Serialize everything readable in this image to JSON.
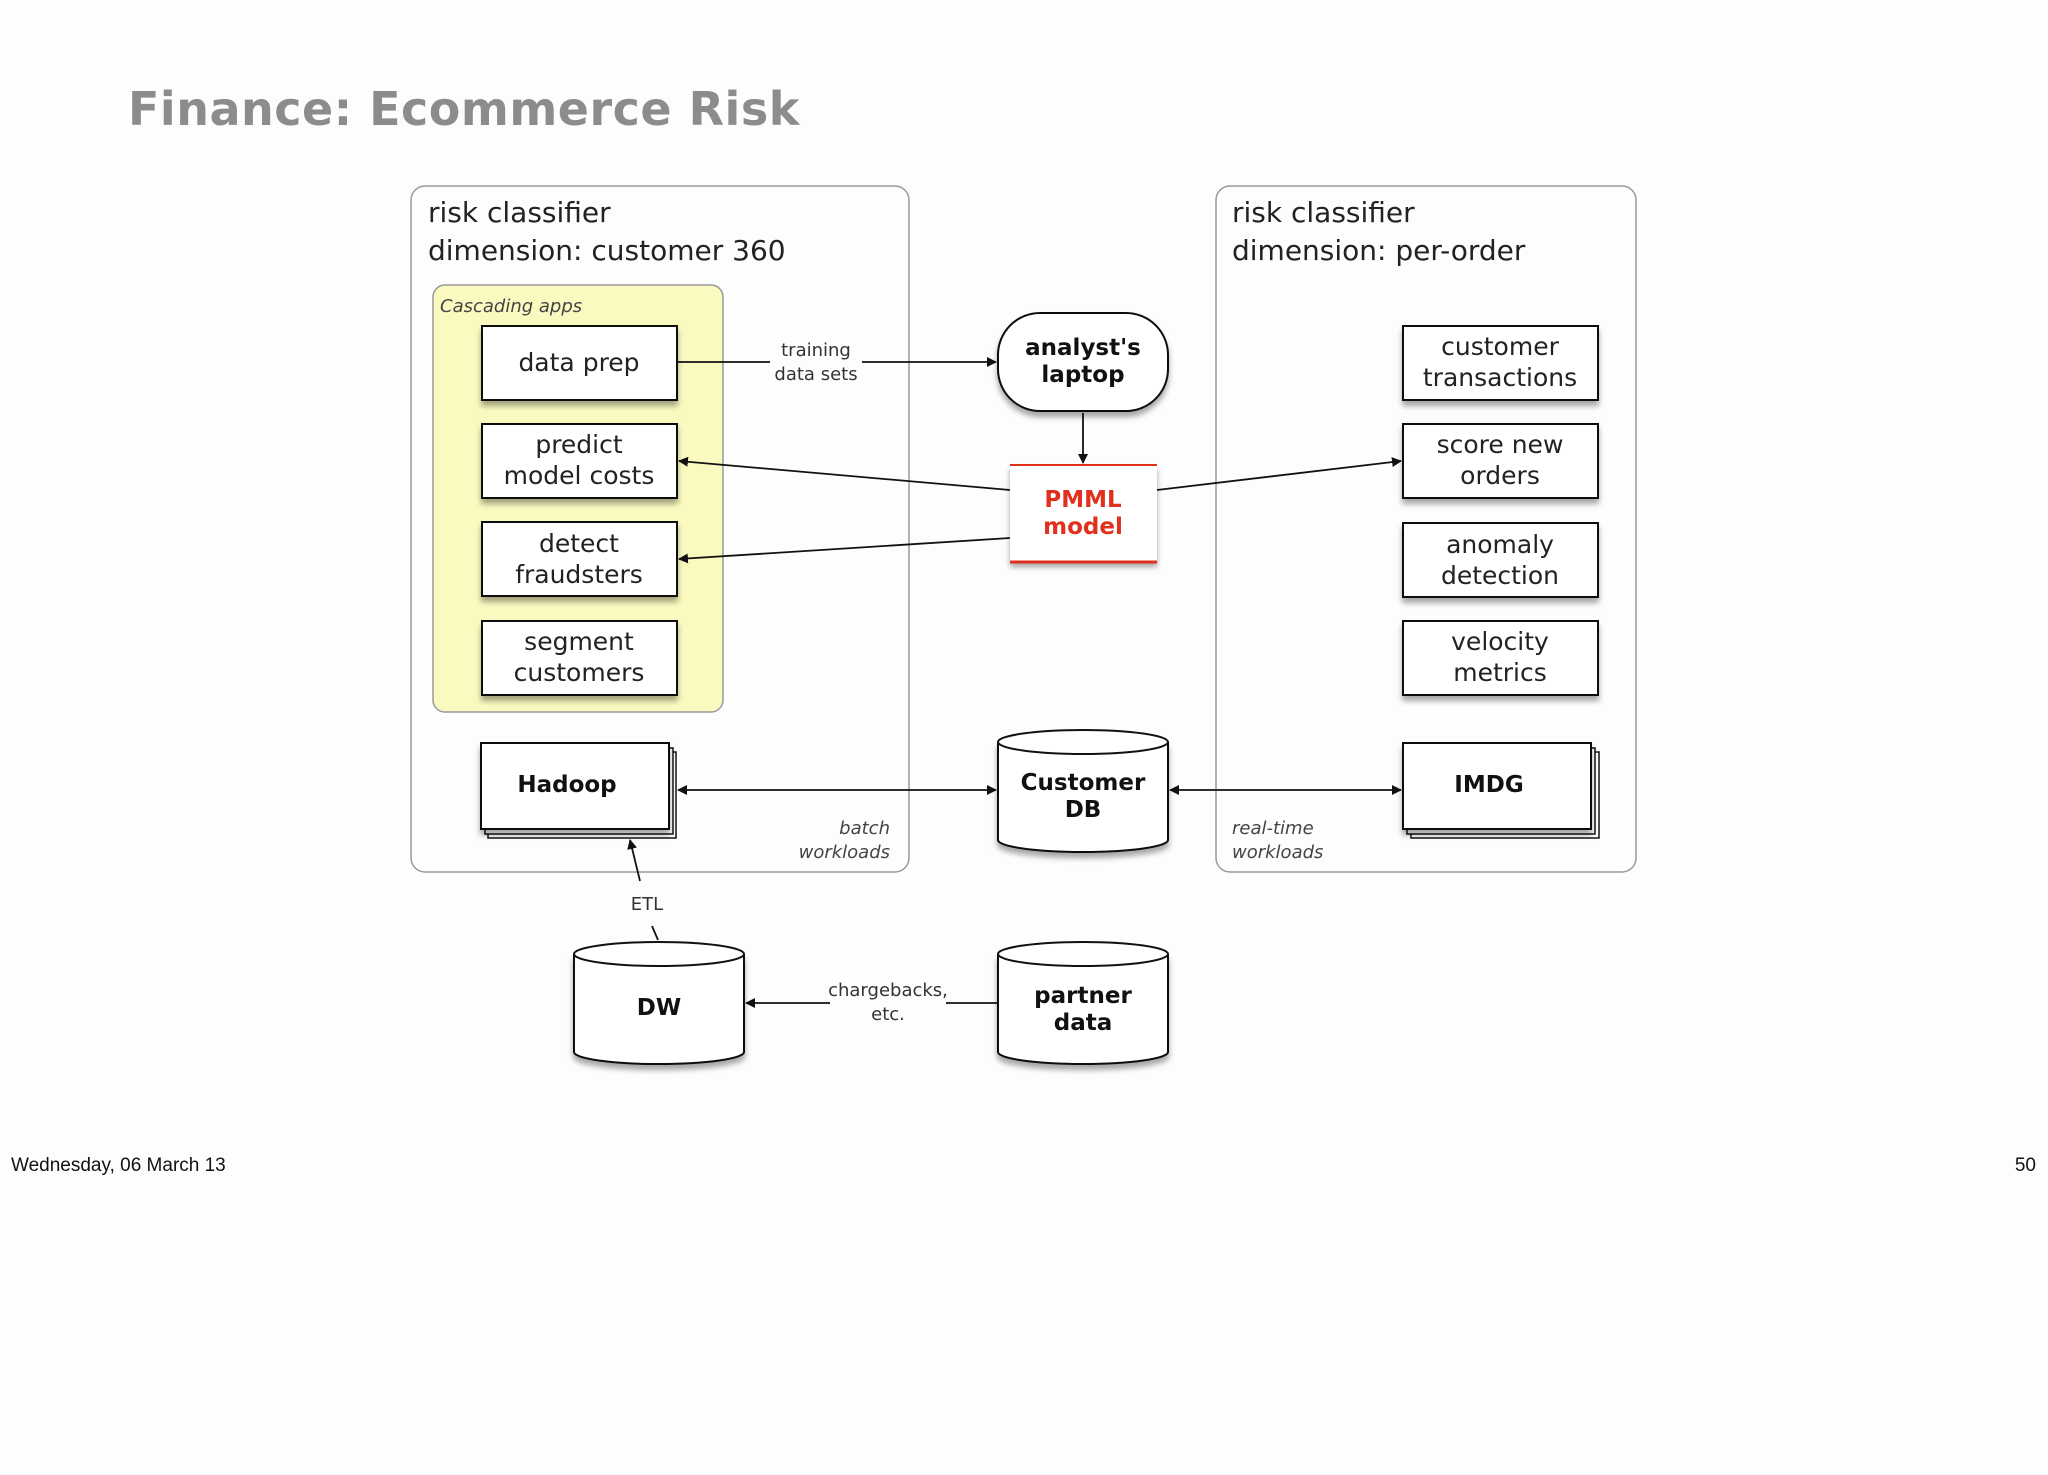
{
  "title": "Finance: Ecommerce Risk",
  "panels": {
    "left": {
      "line1": "risk classifier",
      "line2": "dimension: customer 360",
      "workload_line1": "batch",
      "workload_line2": "workloads"
    },
    "right": {
      "line1": "risk classifier",
      "line2": "dimension: per-order",
      "workload_line1": "real-time",
      "workload_line2": "workloads"
    }
  },
  "cascading": {
    "label": "Cascading apps",
    "apps": [
      [
        "data prep"
      ],
      [
        "predict",
        "model costs"
      ],
      [
        "detect",
        "fraudsters"
      ],
      [
        "segment",
        "customers"
      ]
    ]
  },
  "right_apps": [
    [
      "customer",
      "transactions"
    ],
    [
      "score new",
      "orders"
    ],
    [
      "anomaly",
      "detection"
    ],
    [
      "velocity",
      "metrics"
    ]
  ],
  "nodes": {
    "laptop": [
      "analyst's",
      "laptop"
    ],
    "pmml": [
      "PMML",
      "model"
    ],
    "hadoop": "Hadoop",
    "customer_db": [
      "Customer",
      "DB"
    ],
    "imdg": "IMDG",
    "dw": "DW",
    "partner": [
      "partner",
      "data"
    ]
  },
  "edge_labels": {
    "training": [
      "training",
      "data sets"
    ],
    "etl": "ETL",
    "chargebacks": [
      "chargebacks,",
      "etc."
    ]
  },
  "colors": {
    "cascading_fill": "#fafac0",
    "pmml_red": "#e0301e",
    "title_gray": "#8c8c8c"
  },
  "footer": {
    "date": "Wednesday, 06 March 13",
    "page": "50"
  }
}
